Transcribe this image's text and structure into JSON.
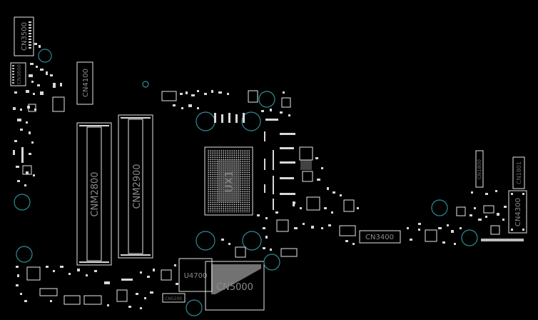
{
  "labels": {
    "cn3500": "CN3500",
    "cn3600": "CN3600",
    "cn4100": "CN4100",
    "cnm2800": "CNM2800",
    "cnm2900": "CNM2900",
    "ux1": "UX1",
    "cn3400": "CN3400",
    "cn4300": "CN4300",
    "cn1801": "CN1801",
    "cn1800": "CN1800",
    "u4700": "U4700",
    "cn5000": "CN5000",
    "cn5200": "CN5200"
  }
}
